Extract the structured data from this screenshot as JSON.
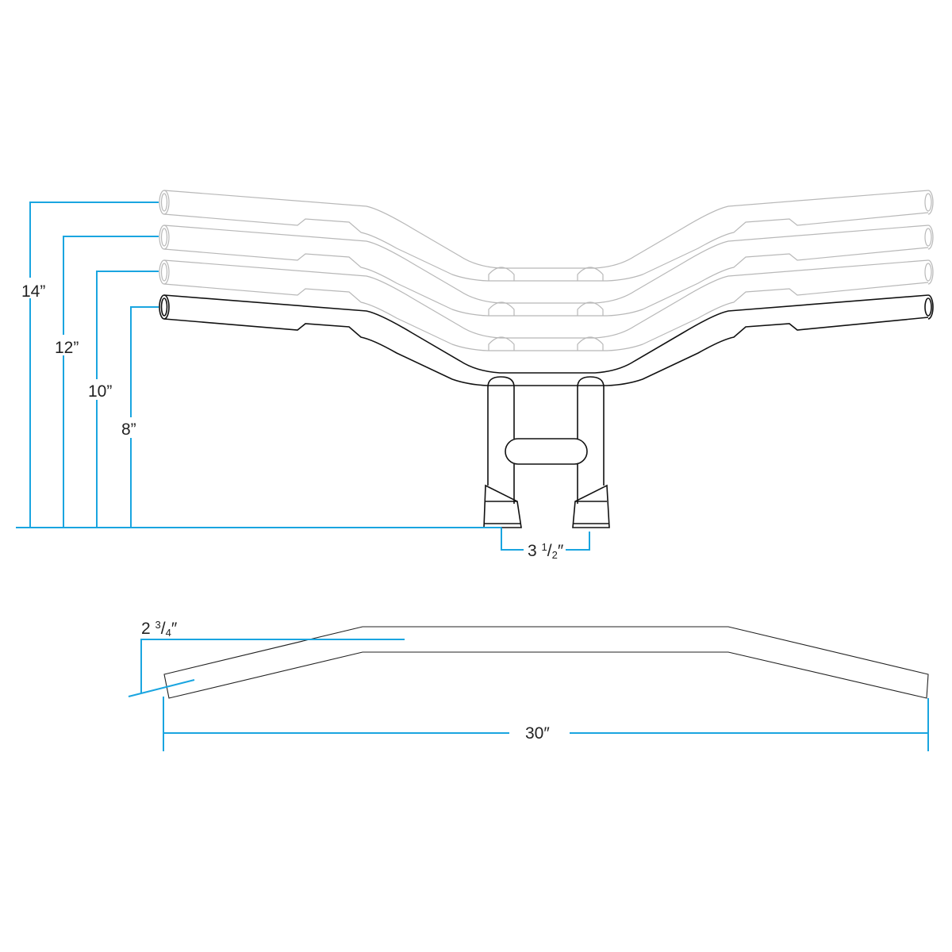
{
  "diagram": {
    "title": "Handlebar rise dimensions",
    "rise_labels": [
      "14”",
      "12”",
      "10”",
      "8”"
    ],
    "riser_spacing": {
      "whole": "3",
      "frac_num": "1",
      "frac_den": "2",
      "unit": "″"
    },
    "pullback": {
      "whole": "2",
      "frac_num": "3",
      "frac_den": "4",
      "unit": "″"
    },
    "width_label": "30″",
    "colors": {
      "dimension": "#1aa5e0",
      "ghost": "#b8b8b8",
      "outline": "#111111"
    }
  }
}
